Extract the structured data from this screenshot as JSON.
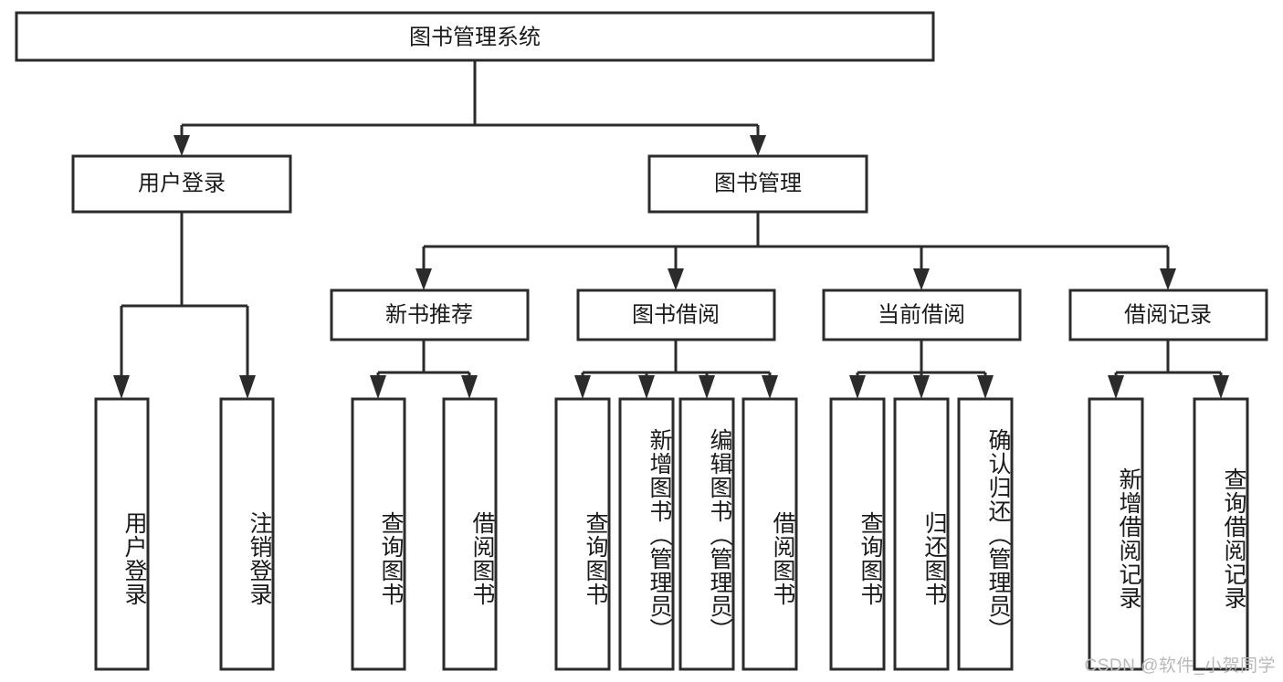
{
  "diagram": {
    "type": "tree-hierarchy-chart",
    "title": "图书管理系统",
    "watermark": "CSDN @软件_小贺同学",
    "colors": {
      "stroke": "#2b2b2b",
      "box_fill": "#ffffff",
      "text": "#1a1a1a",
      "watermark": "#b9b9b9",
      "background": "#ffffff"
    },
    "levels": {
      "root": {
        "label": "图书管理系统"
      },
      "level2": [
        {
          "id": "user-login",
          "label": "用户登录"
        },
        {
          "id": "book-management",
          "label": "图书管理"
        }
      ],
      "level3": [
        {
          "id": "new-book-recommend",
          "label": "新书推荐",
          "parent": "book-management"
        },
        {
          "id": "book-borrow",
          "label": "图书借阅",
          "parent": "book-management"
        },
        {
          "id": "current-borrow",
          "label": "当前借阅",
          "parent": "book-management"
        },
        {
          "id": "borrow-record",
          "label": "借阅记录",
          "parent": "book-management"
        }
      ],
      "leaves": [
        {
          "id": "leaf-user-login",
          "label": "用户登录",
          "parent": "user-login"
        },
        {
          "id": "leaf-logout-login",
          "label": "注销登录",
          "parent": "user-login"
        },
        {
          "id": "leaf-query-book-1",
          "label": "查询图书",
          "parent": "new-book-recommend"
        },
        {
          "id": "leaf-borrow-book-1",
          "label": "借阅图书",
          "parent": "new-book-recommend"
        },
        {
          "id": "leaf-query-book-2",
          "label": "查询图书",
          "parent": "book-borrow"
        },
        {
          "id": "leaf-add-book",
          "label": "新增图书（管理员）",
          "parent": "book-borrow"
        },
        {
          "id": "leaf-edit-book",
          "label": "编辑图书（管理员）",
          "parent": "book-borrow"
        },
        {
          "id": "leaf-borrow-book-2",
          "label": "借阅图书",
          "parent": "book-borrow"
        },
        {
          "id": "leaf-query-book-3",
          "label": "查询图书",
          "parent": "current-borrow"
        },
        {
          "id": "leaf-return-book",
          "label": "归还图书",
          "parent": "current-borrow"
        },
        {
          "id": "leaf-confirm-return",
          "label": "确认归还（管理员）",
          "parent": "current-borrow"
        },
        {
          "id": "leaf-add-record",
          "label": "新增借阅记录",
          "parent": "borrow-record"
        },
        {
          "id": "leaf-query-record",
          "label": "查询借阅记录",
          "parent": "borrow-record"
        }
      ]
    }
  }
}
